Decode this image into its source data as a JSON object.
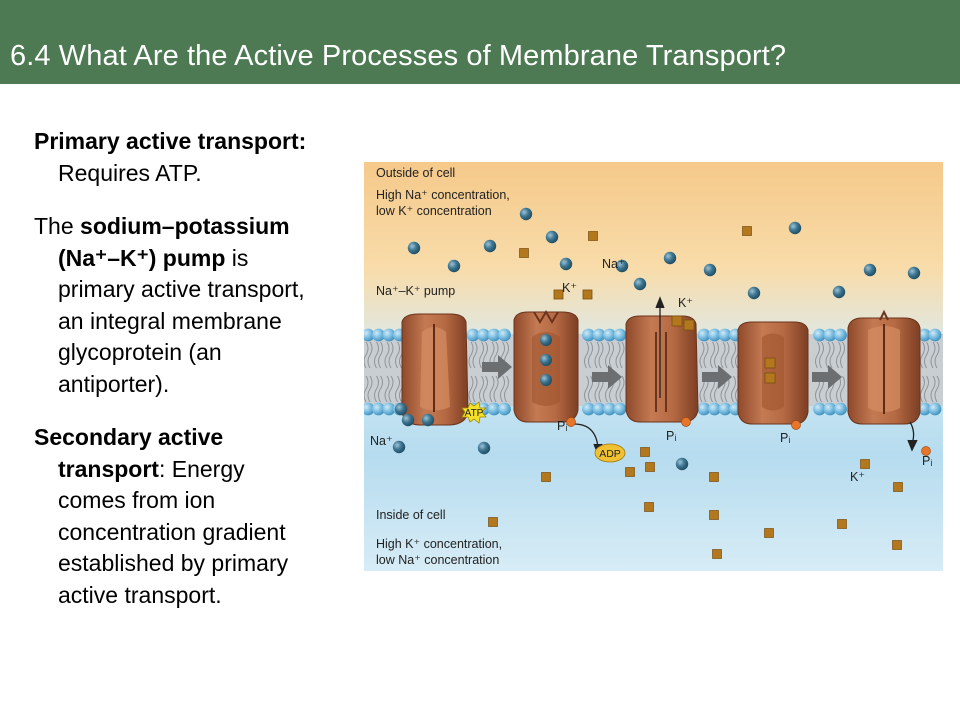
{
  "header": {
    "title": "6.4 What Are the Active Processes of Membrane Transport?"
  },
  "body": {
    "p1_bold": "Primary active transport:",
    "p1_text": "Requires ATP.",
    "p2_pre": "The ",
    "p2_bold1": "sodium–potassium",
    "p2_bold2": "(Na⁺–K⁺) pump",
    "p2_after": " is",
    "p2_lines": [
      "primary active transport,",
      "an integral membrane",
      "glycoprotein (an",
      "antiporter)."
    ],
    "p3_bold1": "Secondary active",
    "p3_bold2": "transport",
    "p3_after": ": Energy",
    "p3_lines": [
      "comes from ion",
      "concentration gradient",
      "established by primary",
      "active transport."
    ]
  },
  "figure": {
    "outside_label": "Outside of cell",
    "outside_conc_1": "High Na⁺ concentration,",
    "outside_conc_2": "low K⁺ concentration",
    "inside_label": "Inside of cell",
    "inside_conc_1": "High K⁺ concentration,",
    "inside_conc_2": "low Na⁺ concentration",
    "pump_label": "Na⁺–K⁺ pump",
    "na_top": "Na⁺",
    "na_left": "Na⁺",
    "k_label_1": "K⁺",
    "k_label_2": "K⁺",
    "k_label_3": "K⁺",
    "atp": "ATP",
    "adp": "ADP",
    "pi_1": "Pᵢ",
    "pi_2": "Pᵢ",
    "pi_3": "Pᵢ",
    "pi_4": "Pᵢ"
  },
  "colors": {
    "header_bg": "#4d7a53",
    "outside_bg": "#f7d7a3",
    "inside_bg": "#bcdff0",
    "protein": "#b86a45",
    "sodium_ion": "#3b6e87",
    "potassium_ion": "#b3781e",
    "phosphate": "#e8762a"
  }
}
